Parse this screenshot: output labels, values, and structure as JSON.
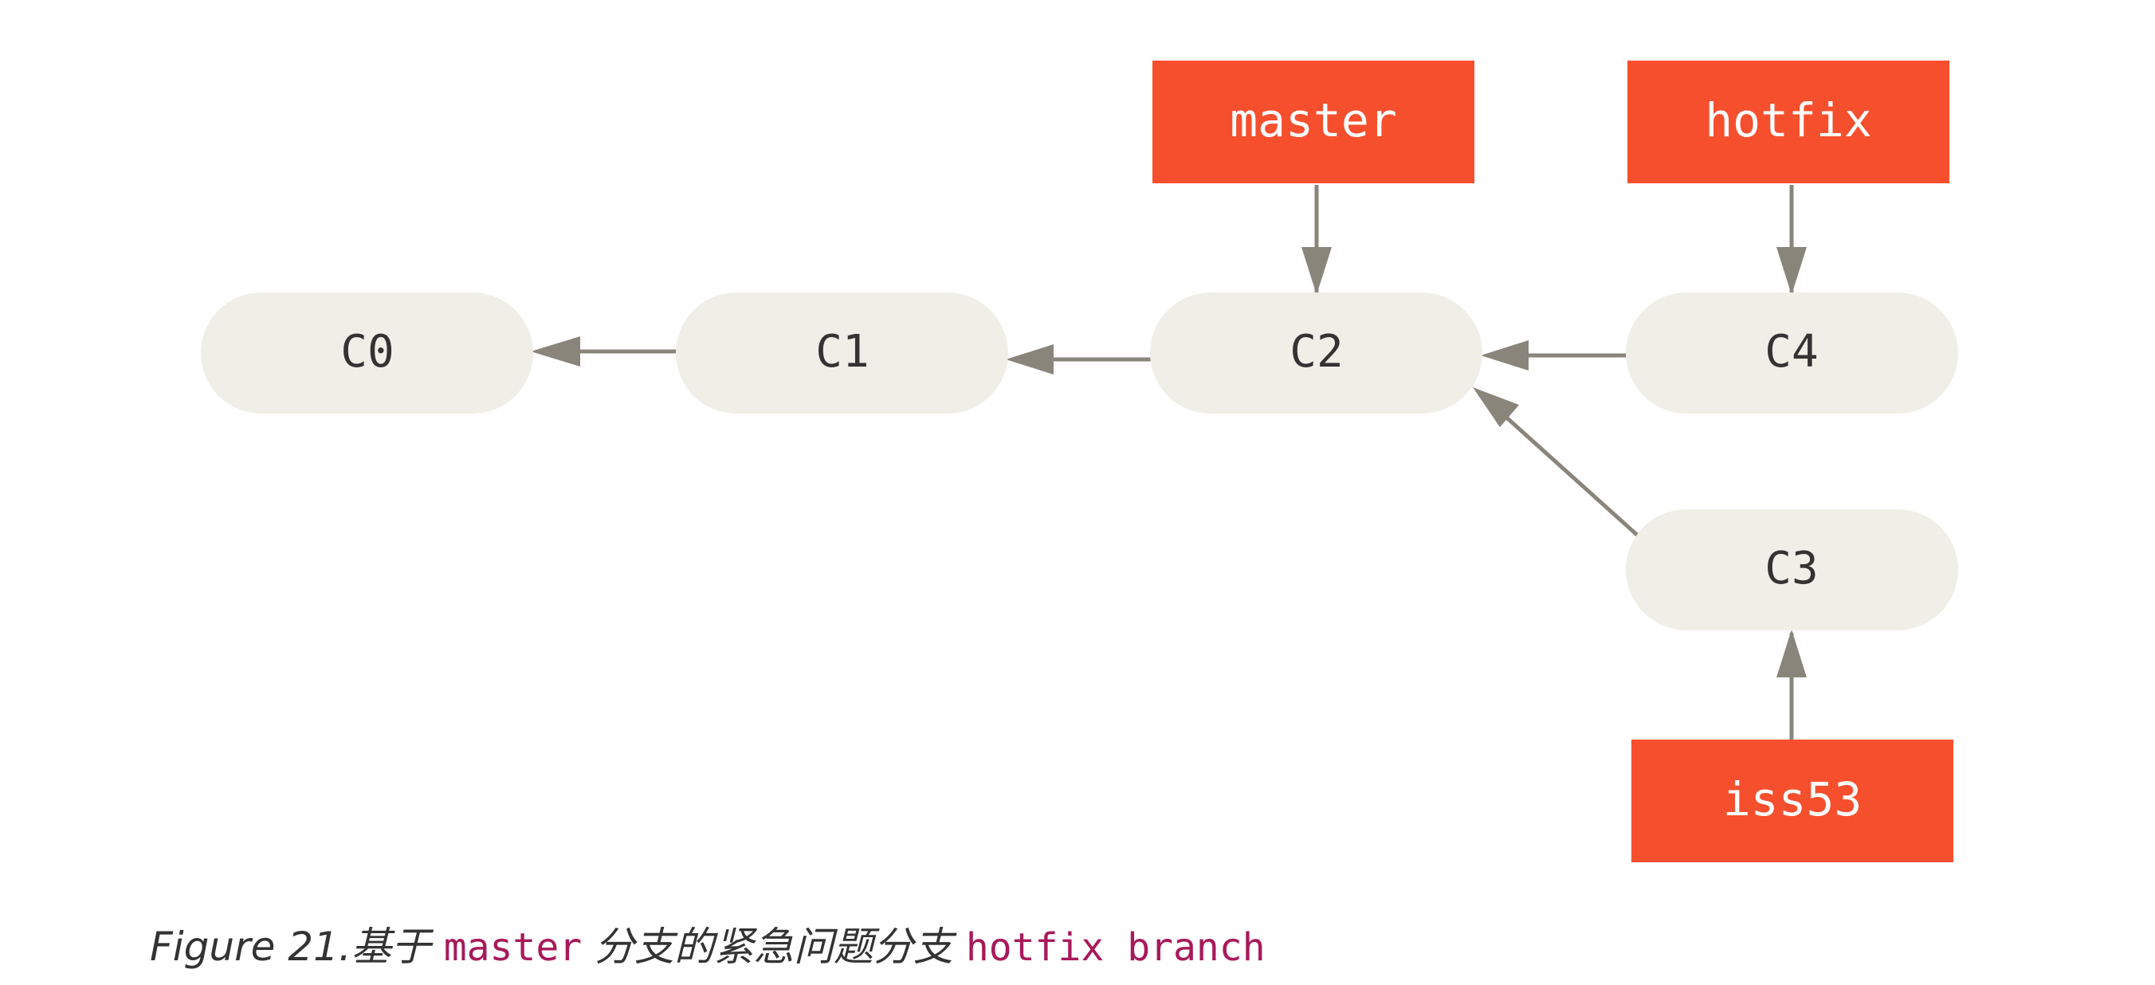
{
  "colors": {
    "commit_fill": "#f0efe7",
    "branch_fill": "#f64f2e",
    "arrow": "#8a857b",
    "code_text": "#a8195a"
  },
  "commits": [
    {
      "id": "c0",
      "label": "C0"
    },
    {
      "id": "c1",
      "label": "C1"
    },
    {
      "id": "c2",
      "label": "C2"
    },
    {
      "id": "c4",
      "label": "C4"
    },
    {
      "id": "c3",
      "label": "C3"
    }
  ],
  "branches": [
    {
      "id": "master",
      "label": "master",
      "points_to": "C2"
    },
    {
      "id": "hotfix",
      "label": "hotfix",
      "points_to": "C4"
    },
    {
      "id": "iss53",
      "label": "iss53",
      "points_to": "C3"
    }
  ],
  "edges": [
    {
      "from": "C1",
      "to": "C0"
    },
    {
      "from": "C2",
      "to": "C1"
    },
    {
      "from": "C4",
      "to": "C2"
    },
    {
      "from": "C3",
      "to": "C2"
    }
  ],
  "caption": {
    "figure": "Figure 21.",
    "text1": "基于 ",
    "code1": "master",
    "text2": " 分支的紧急问题分支 ",
    "code2": "hotfix branch"
  }
}
